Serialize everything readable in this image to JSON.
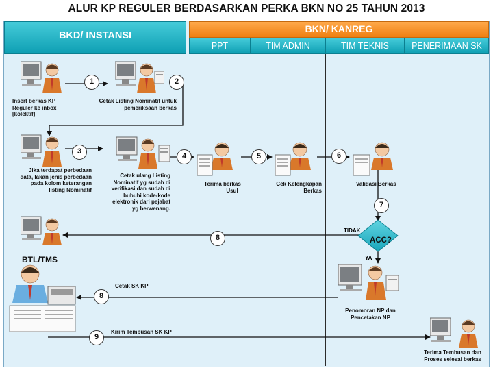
{
  "title": "ALUR KP  REGULER BERDASARKAN PERKA BKN NO 25 TAHUN 2013",
  "lanes": {
    "bkd": "BKD/ INSTANSI",
    "bkn": "BKN/ KANREG",
    "ppt": "PPT",
    "tim_admin": "TIM ADMIN",
    "tim_teknis": "TIM TEKNIS",
    "penerimaan_sk": "PENERIMAAN SK"
  },
  "steps": {
    "s1": "1",
    "s2": "2",
    "s3": "3",
    "s4": "4",
    "s5": "5",
    "s6": "6",
    "s7": "7",
    "s8a": "8",
    "s8b": "8",
    "s9": "9"
  },
  "labels": {
    "insert_1": "Insert berkas KP",
    "insert_2": "Reguler ke inbox",
    "insert_3": "[kolektif]",
    "cetak_1": "Cetak Listing Nominatif untuk",
    "cetak_2": "pemeriksaan  berkas",
    "beda_1": "Jika terdapat perbedaan",
    "beda_2": "data, lakan  jenis perbedaan",
    "beda_3": "pada kolom keterangan",
    "beda_4": "listing Nominatif",
    "ulang_1": "Cetak ulang Listing",
    "ulang_2": "Nominatif yg sudah di",
    "ulang_3": "verifikasi dan sudah di",
    "ulang_4": "bubuhi kode-kode",
    "ulang_5": "elektronik dari  pejabat",
    "ulang_6": "yg berwenang.",
    "terima_1": "Terima berkas",
    "terima_2": "Usul",
    "cek_1": "Cek Kelengkapan",
    "cek_2": "Berkas",
    "validasi": "Validasi Berkas",
    "tidak": "TIDAK",
    "acc": "ACC?",
    "ya": "YA",
    "btl": "BTL/TMS",
    "cetak_sk": "Cetak SK KP",
    "penomoran_1": "Penomoran NP dan",
    "penomoran_2": "Pencetakan NP",
    "kirim": "Kirim Tembusan SK KP",
    "tembusan_1": "Terima Tembusan dan",
    "tembusan_2": "Proses selesai berkas"
  },
  "colors": {
    "teal_header": "#1bb0c3",
    "orange_header": "#f38b1c",
    "lane_bg": "#dff0f9",
    "arrow": "#111111",
    "figure_shirt": "#d9782b",
    "figure_tie": "#c0392b"
  },
  "icons": [
    "worker-at-computer-icon",
    "printer-icon",
    "officer-at-desk-icon",
    "document-stack-icon"
  ]
}
